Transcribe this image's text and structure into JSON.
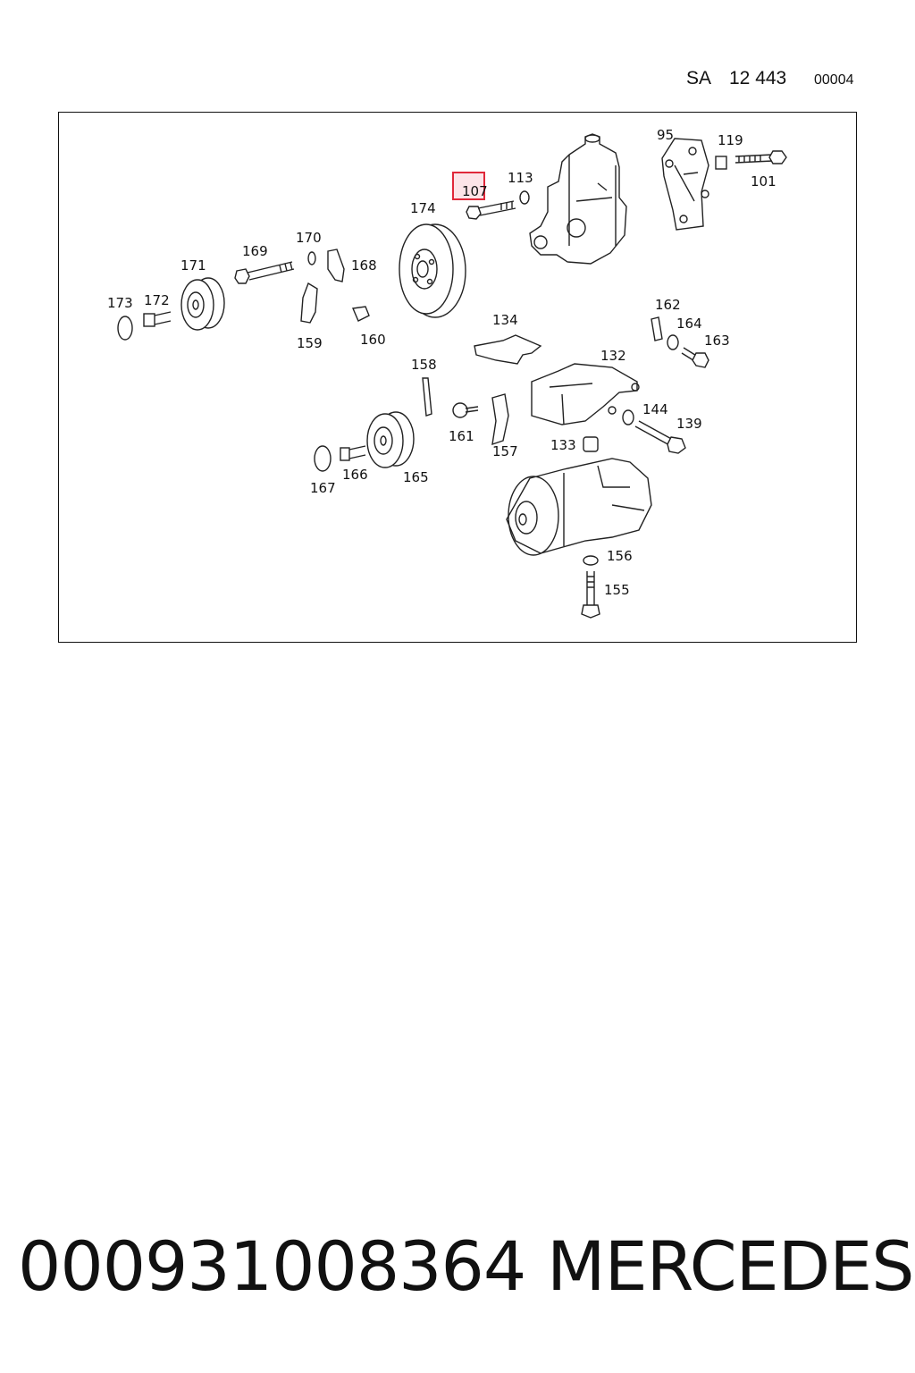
{
  "header": {
    "prefix": "SA",
    "number": "12 443",
    "code": "00004"
  },
  "diagram": {
    "highlight": {
      "label": "107",
      "color": "#e0283a"
    },
    "labels": [
      "95",
      "119",
      "113",
      "101",
      "174",
      "170",
      "169",
      "171",
      "168",
      "173",
      "172",
      "159",
      "160",
      "134",
      "162",
      "164",
      "163",
      "158",
      "132",
      "144",
      "139",
      "161",
      "157",
      "133",
      "167",
      "166",
      "165",
      "156",
      "155"
    ]
  },
  "footer": {
    "part_number": "000931008364",
    "brand": "MERCEDES"
  }
}
